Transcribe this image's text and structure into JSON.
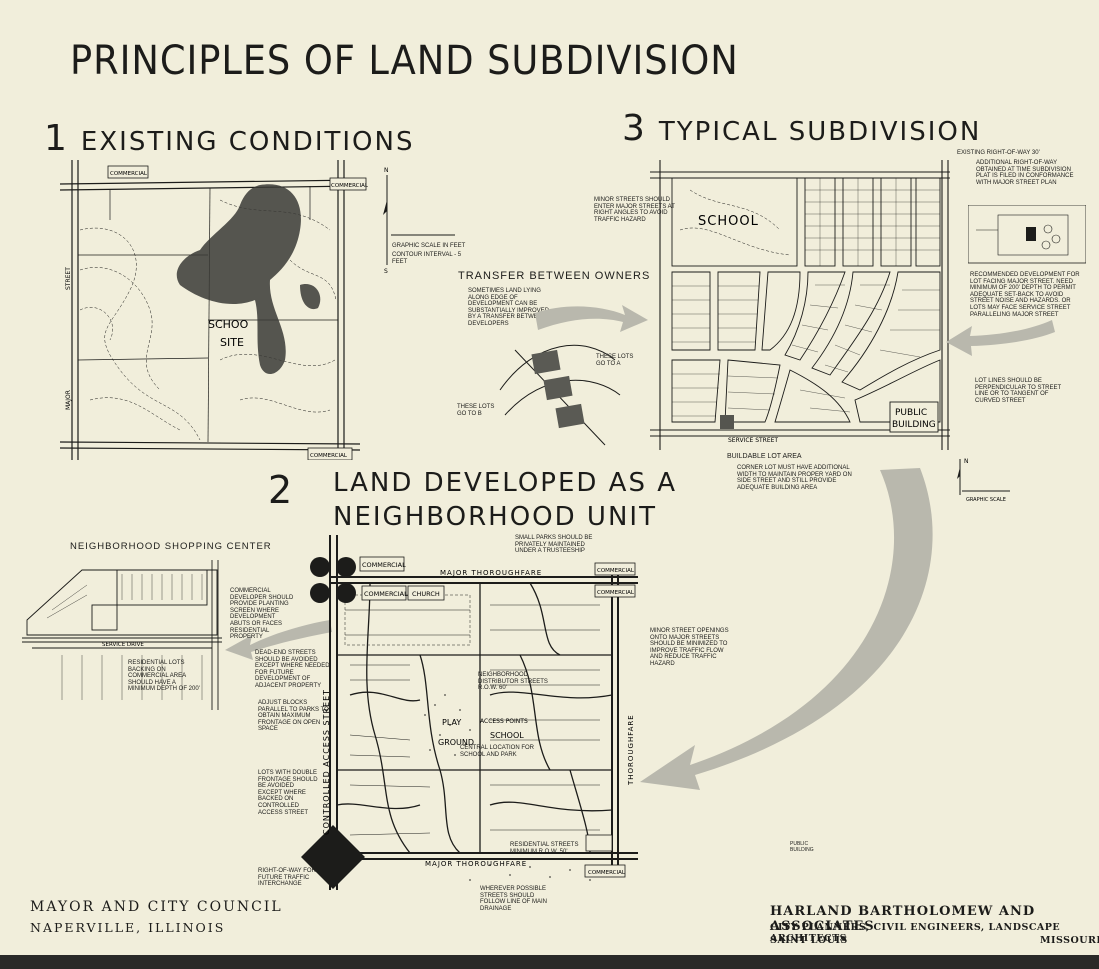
{
  "title": "PRINCIPLES OF LAND SUBDIVISION",
  "section1": {
    "number": "1",
    "title": "EXISTING CONDITIONS",
    "labels": {
      "commercial_top": "COMMERCIAL",
      "commercial_right": "COMMERCIAL",
      "commercial_bottom": "COMMERCIAL",
      "street": "STREET",
      "major": "MAJOR",
      "school_site_1": "SCHOO",
      "school_site_2": "SITE",
      "north": "N",
      "south": "S",
      "scale_note": "GRAPHIC SCALE IN FEET",
      "contour_note": "CONTOUR INTERVAL - 5 FEET"
    }
  },
  "section2": {
    "number": "2",
    "title_line1": "LAND DEVELOPED AS A",
    "title_line2": "NEIGHBORHOOD UNIT",
    "shopping_title": "NEIGHBORHOOD SHOPPING CENTER",
    "labels": {
      "service_drive": "SERVICE DRIVE",
      "commercial_developer": "COMMERCIAL DEVELOPER SHOULD PROVIDE PLANTING SCREEN WHERE DEVELOPMENT ABUTS OR FACES RESIDENTIAL PROPERTY",
      "residential_lots": "RESIDENTIAL LOTS BACKING ON COMMERCIAL AREA SHOULD HAVE A MINIMUM DEPTH OF 200'",
      "small_parks": "SMALL PARKS SHOULD BE PRIVATELY MAINTAINED UNDER A TRUSTEESHIP",
      "major_thoroughfare_top": "MAJOR THOROUGHFARE",
      "major_thoroughfare_bottom": "MAJOR THOROUGHFARE",
      "thoroughfare_right": "THOROUGHFARE",
      "controlled_access": "CONTROLLED ACCESS STREET",
      "commercial_a": "COMMERCIAL",
      "commercial_b": "COMMERCIAL",
      "church": "CHURCH",
      "commercial_c": "COMMERCIAL",
      "commercial_d": "COMMERCIAL",
      "public_building": "PUBLIC BUILDING",
      "dead_end": "DEAD-END STREETS SHOULD BE AVOIDED EXCEPT WHERE NEEDED FOR FUTURE DEVELOPMENT OF ADJACENT PROPERTY",
      "adjust_blocks": "ADJUST BLOCKS PARALLEL TO PARKS TO OBTAIN MAXIMUM FRONTAGE ON OPEN SPACE",
      "double_frontage": "LOTS WITH DOUBLE FRONTAGE SHOULD BE AVOIDED EXCEPT WHERE BACKED ON CONTROLLED ACCESS STREET",
      "right_of_way": "RIGHT-OF-WAY FOR FUTURE TRAFFIC INTERCHANGE",
      "minor_openings": "MINOR STREET OPENINGS ONTO MAJOR STREETS SHOULD BE MINIMIZED TO IMPROVE TRAFFIC FLOW AND REDUCE TRAFFIC HAZARD",
      "neighborhood_distributor": "NEIGHBORHOOD DISTRIBUTOR STREETS R.O.W. 60'",
      "play": "PLAY",
      "ground": "GROUND",
      "school": "SCHOOL",
      "access_points": "ACCESS POINTS",
      "central_location": "CENTRAL LOCATION FOR SCHOOL AND PARK",
      "residential_streets": "RESIDENTIAL STREETS MINIMUM R.O.W. 50'",
      "drainage": "WHEREVER POSSIBLE STREETS SHOULD FOLLOW LINE OF MAIN DRAINAGE"
    }
  },
  "section3": {
    "number": "3",
    "title": "TYPICAL SUBDIVISION",
    "transfer_title": "TRANSFER BETWEEN OWNERS",
    "labels": {
      "existing_row": "EXISTING RIGHT-OF-WAY 30'",
      "additional_row": "ADDITIONAL RIGHT-OF-WAY OBTAINED AT TIME SUBDIVISION PLAT IS FILED IN CONFORMANCE WITH MAJOR STREET PLAN",
      "minor_streets": "MINOR STREETS SHOULD ENTER MAJOR STREETS AT RIGHT ANGLES TO AVOID TRAFFIC HAZARD",
      "school": "SCHOOL",
      "sometimes": "SOMETIMES LAND LYING ALONG EDGE OF DEVELOPMENT CAN BE SUBSTANTIALLY IMPROVED BY A TRANSFER BETWEEN DEVELOPERS",
      "lots_to_a": "THESE LOTS GO TO A",
      "lots_to_b": "THESE LOTS GO TO B",
      "recommended": "RECOMMENDED DEVELOPMENT FOR LOT FACING MAJOR STREET. NEED MINIMUM OF 200' DEPTH TO PERMIT ADEQUATE SET-BACK TO AVOID STREET NOISE AND HAZARDS. OR LOTS MAY FACE SERVICE STREET PARALLELING MAJOR STREET",
      "lot_lines": "LOT LINES SHOULD BE PERPENDICULAR TO STREET LINE OR TO TANGENT OF CURVED STREET",
      "public": "PUBLIC",
      "building": "BUILDING",
      "service_street": "SERVICE STREET",
      "buildable": "BUILDABLE LOT AREA",
      "corner_lot": "CORNER LOT MUST HAVE ADDITIONAL WIDTH TO MAINTAIN PROPER YARD ON SIDE STREET AND STILL PROVIDE ADEQUATE BUILDING AREA",
      "north": "N",
      "scale_note": "GRAPHIC SCALE"
    }
  },
  "footer": {
    "left_line1": "MAYOR AND CITY COUNCIL",
    "left_line2": "NAPERVILLE, ILLINOIS",
    "right_line1": "HARLAND BARTHOLOMEW AND ASSOCIATES",
    "right_line2": "CITY PLANNERS, CIVIL ENGINEERS, LANDSCAPE ARCHITECTS",
    "right_line3a": "SAINT LOUIS",
    "right_line3b": "MISSOURI"
  },
  "colors": {
    "paper": "#f1eedb",
    "ink": "#1c1c1a",
    "arrow_gray": "#b9b8ad"
  }
}
